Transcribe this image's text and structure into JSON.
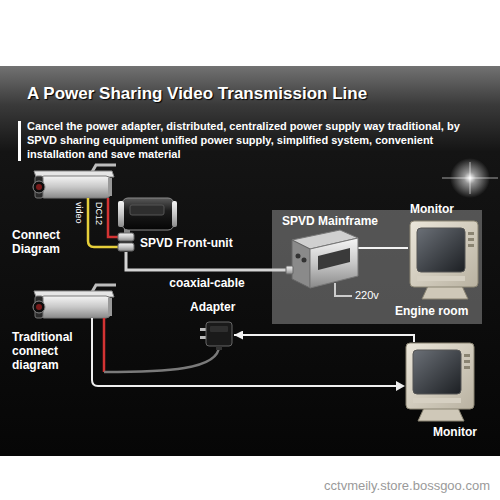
{
  "diagram": {
    "title": "A Power Sharing Video Transmission Line",
    "nodes": [
      {
        "text": [
          "Engine room"
        ]
      },
      {
        "text": [
          "SPVD Front-unit"
        ]
      },
      {
        "text": [
          "SPVD Mainframe"
        ],
        "in": 0
      },
      {
        "text": [
          "Monitor"
        ],
        "in": 0
      },
      {
        "text": [
          "Adapter"
        ]
      },
      {
        "text": [
          "Monitor"
        ]
      }
    ],
    "edges": [
      {
        "from": 1,
        "to": 2,
        "label": "coaxial-cable",
        "arrow": "none"
      },
      {
        "from": 2,
        "to": 3,
        "arrow": "none"
      },
      {
        "from": 5,
        "to": 4,
        "arrow": "to"
      }
    ],
    "labels": [
      "Cancel the power adapter, distributed, centralized power supply way traditional, by SPVD sharing equipment unified power supply, simplified system, convenient installation and save material",
      "Connect Diagram",
      "video",
      "DC12",
      "220v",
      "Traditional connect diagram",
      "cctvmeily.store.bossgoo.com"
    ]
  }
}
